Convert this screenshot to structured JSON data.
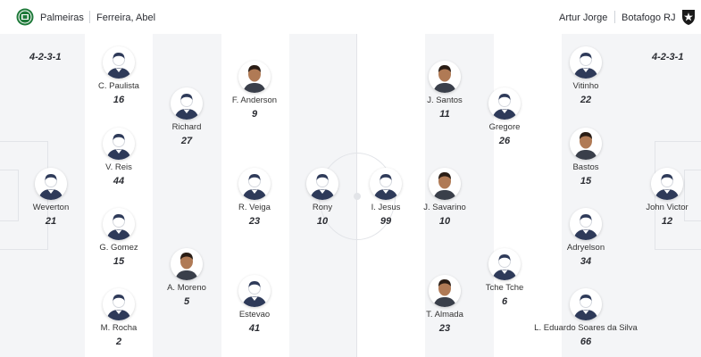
{
  "header": {
    "home_team": "Palmeiras",
    "home_coach": "Ferreira, Abel",
    "away_coach": "Artur Jorge",
    "away_team": "Botafogo RJ"
  },
  "formations": {
    "home": "4-2-3-1",
    "away": "4-2-3-1"
  },
  "colors": {
    "home_crest": "#1f7a3a",
    "away_crest": "#1b1b1b",
    "shirt": "#2e3a59"
  },
  "home_players": [
    {
      "name": "Weverton",
      "number": "21",
      "photo": false
    },
    {
      "name": "C. Paulista",
      "number": "16",
      "photo": false
    },
    {
      "name": "V. Reis",
      "number": "44",
      "photo": false
    },
    {
      "name": "G. Gomez",
      "number": "15",
      "photo": false
    },
    {
      "name": "M. Rocha",
      "number": "2",
      "photo": false
    },
    {
      "name": "Richard",
      "number": "27",
      "photo": false
    },
    {
      "name": "A. Moreno",
      "number": "5",
      "photo": true
    },
    {
      "name": "F. Anderson",
      "number": "9",
      "photo": true
    },
    {
      "name": "R. Veiga",
      "number": "23",
      "photo": false
    },
    {
      "name": "Estevao",
      "number": "41",
      "photo": false
    },
    {
      "name": "Rony",
      "number": "10",
      "photo": false
    }
  ],
  "away_players": [
    {
      "name": "I. Jesus",
      "number": "99",
      "photo": false
    },
    {
      "name": "J. Santos",
      "number": "11",
      "photo": true
    },
    {
      "name": "J. Savarino",
      "number": "10",
      "photo": true
    },
    {
      "name": "T. Almada",
      "number": "23",
      "photo": true
    },
    {
      "name": "Gregore",
      "number": "26",
      "photo": false
    },
    {
      "name": "Tche Tche",
      "number": "6",
      "photo": false
    },
    {
      "name": "Vitinho",
      "number": "22",
      "photo": false
    },
    {
      "name": "Bastos",
      "number": "15",
      "photo": true
    },
    {
      "name": "Adryelson",
      "number": "34",
      "photo": false
    },
    {
      "name": "L. Eduardo Soares da Silva",
      "number": "66",
      "photo": false
    },
    {
      "name": "John Victor",
      "number": "12",
      "photo": false
    }
  ]
}
